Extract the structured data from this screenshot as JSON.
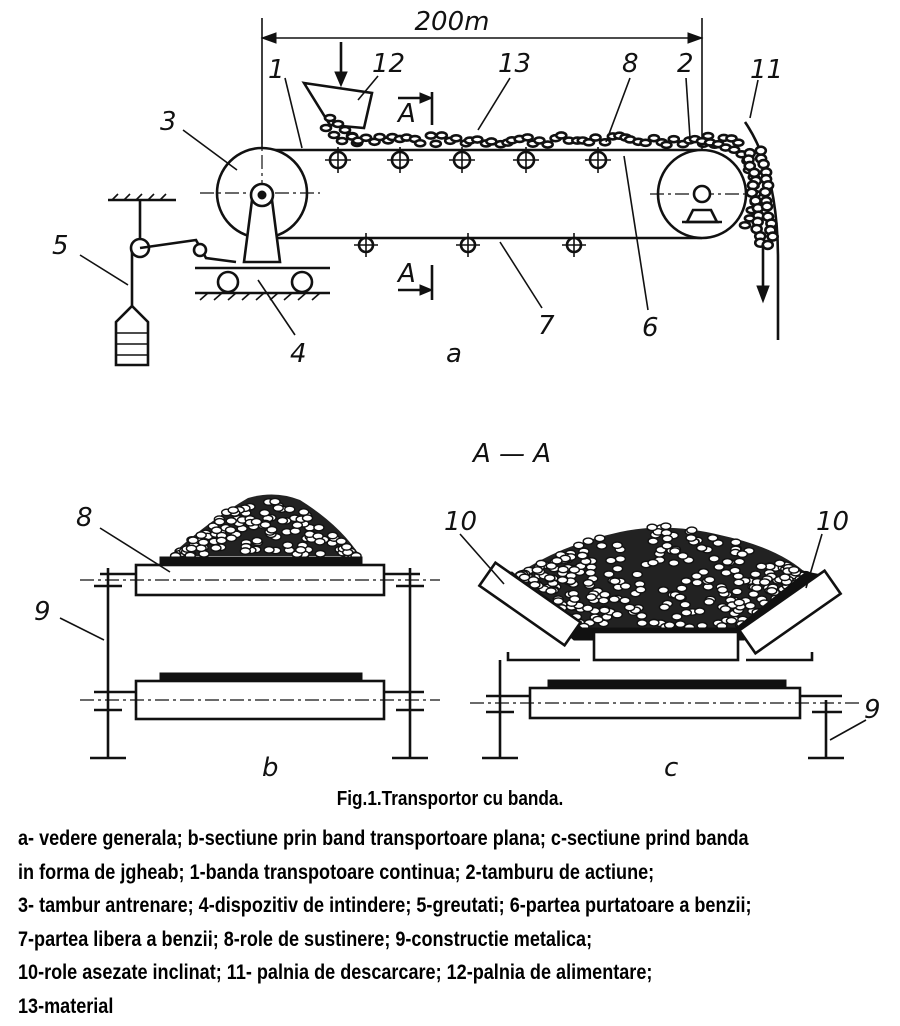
{
  "figure": {
    "dimension_label": "200m",
    "section_label": "A",
    "section_title": "A — A",
    "view_labels": {
      "a": "a",
      "b": "b",
      "c": "c"
    },
    "part_numbers": [
      "1",
      "2",
      "3",
      "4",
      "5",
      "6",
      "7",
      "8",
      "9",
      "10",
      "11",
      "12",
      "13"
    ]
  },
  "caption": "Fig.1.Transportor cu banda.",
  "legend_lines": [
    "a- vedere generala; b-sectiune prin band transportoare plana; c-sectiune prind banda",
    "in forma de jgheab; 1-banda transpotoare continua; 2-tamburu de actiune;",
    "3- tambur antrenare; 4-dispozitiv de intindere; 5-greutati; 6-partea purtatoare a benzii;",
    "7-partea libera a benzii; 8-role de sustinere; 9-constructie metalica;",
    "10-role asezate inclinat; 11- palnia de descarcare; 12-palnia de alimentare;",
    "13-material"
  ]
}
